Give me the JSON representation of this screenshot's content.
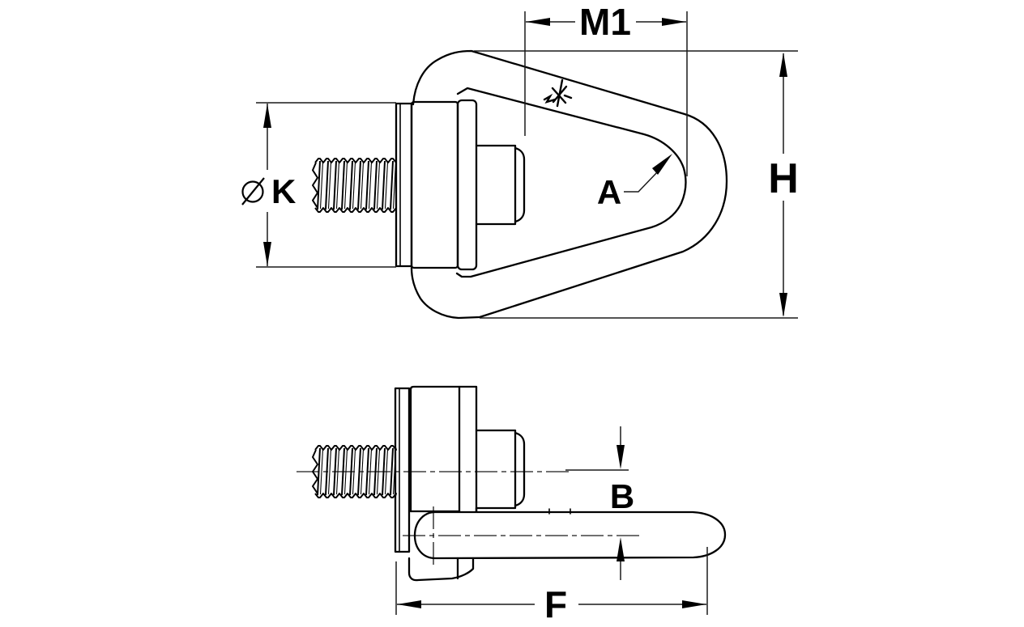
{
  "drawing": {
    "background": "#ffffff",
    "line_color": "#000000",
    "dimension_labels": {
      "m1": "M1",
      "h": "H",
      "a": "A",
      "k": "K",
      "b": "B",
      "f": "F"
    },
    "symbols": {
      "diameter_symbol": "∅",
      "forge_mark": "✱"
    }
  }
}
